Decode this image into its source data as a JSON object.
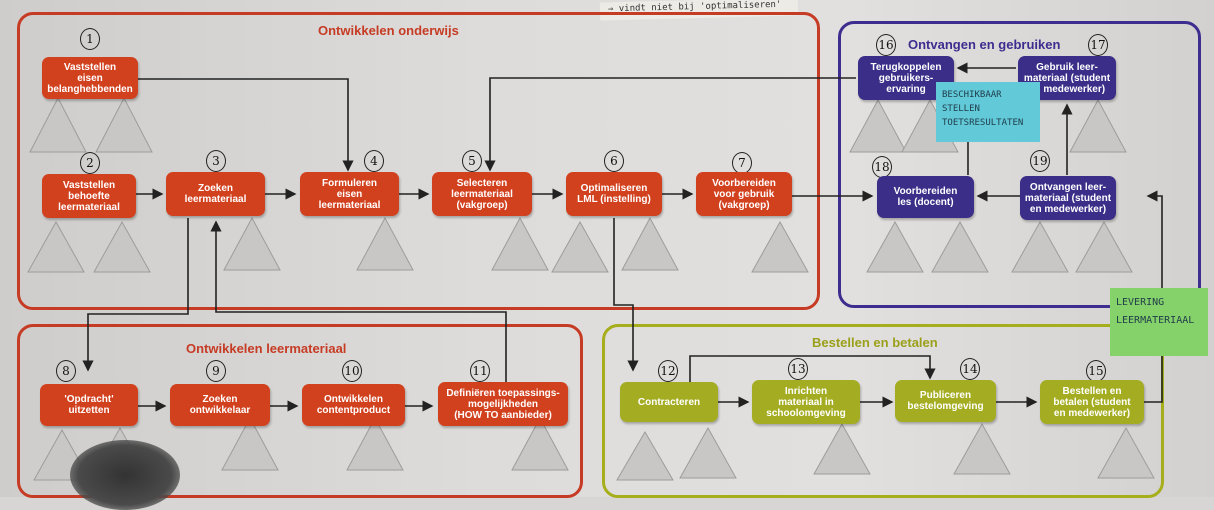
{
  "top_note": "⇒ vindt niet bij 'optimaliseren'",
  "sections": {
    "onderwijs": "Ontwikkelen onderwijs",
    "ontvangen": "Ontvangen en gebruiken",
    "leermateriaal": "Ontwikkelen leermateriaal",
    "bestellen": "Bestellen en betalen"
  },
  "steps": [
    {
      "num": "1",
      "label": [
        "Vaststellen",
        "eisen",
        "belanghebbenden"
      ]
    },
    {
      "num": "2",
      "label": [
        "Vaststellen",
        "behoefte",
        "leermateriaal"
      ]
    },
    {
      "num": "3",
      "label": [
        "Zoeken",
        "leermateriaal"
      ]
    },
    {
      "num": "4",
      "label": [
        "Formuleren",
        "eisen",
        "leermateriaal"
      ]
    },
    {
      "num": "5",
      "label": [
        "Selecteren",
        "leermateriaal",
        "(vakgroep)"
      ]
    },
    {
      "num": "6",
      "label": [
        "Optimaliseren",
        "LML (instelling)"
      ]
    },
    {
      "num": "7",
      "label": [
        "Voorbereiden",
        "voor gebruik",
        "(vakgroep)"
      ]
    },
    {
      "num": "8",
      "label": [
        "'Opdracht'",
        "uitzetten"
      ]
    },
    {
      "num": "9",
      "label": [
        "Zoeken",
        "ontwikkelaar"
      ]
    },
    {
      "num": "10",
      "label": [
        "Ontwikkelen",
        "contentproduct"
      ]
    },
    {
      "num": "11",
      "label": [
        "Definiëren toepassings-",
        "mogelijkheden",
        "(HOW TO aanbieder)"
      ]
    },
    {
      "num": "12",
      "label": [
        "Contracteren"
      ]
    },
    {
      "num": "13",
      "label": [
        "Inrichten",
        "materiaal in",
        "schoolomgeving"
      ]
    },
    {
      "num": "14",
      "label": [
        "Publiceren",
        "bestelomgeving"
      ]
    },
    {
      "num": "15",
      "label": [
        "Bestellen en",
        "betalen (student",
        "en medewerker)"
      ]
    },
    {
      "num": "16",
      "label": [
        "Terugkoppelen",
        "gebruikers-",
        "ervaring"
      ]
    },
    {
      "num": "17",
      "label": [
        "Gebruik leer-",
        "materiaal (student",
        "en medewerker)"
      ]
    },
    {
      "num": "18",
      "label": [
        "Voorbereiden",
        "les (docent)"
      ]
    },
    {
      "num": "19",
      "label": [
        "Ontvangen leer-",
        "materiaal (student",
        "en medewerker)"
      ]
    }
  ],
  "sticky_blue": [
    "BESCHIKBAAR",
    "STELLEN",
    "TOETSRESULTATEN"
  ],
  "sticky_green": [
    "LEVERING",
    "LEERMATERIAAL"
  ],
  "colors": {
    "red": "#d2411e",
    "blue": "#3b2e88",
    "green": "#a4ad22",
    "triangle": "#c9c7c5"
  }
}
